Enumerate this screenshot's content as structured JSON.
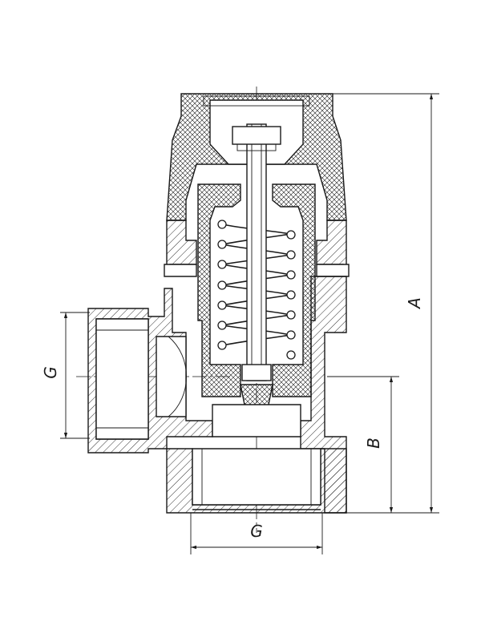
{
  "dimensions": {
    "overall_height_label": "A",
    "outlet_height_label": "B",
    "side_thread_label": "G",
    "bottom_thread_label": "G"
  }
}
